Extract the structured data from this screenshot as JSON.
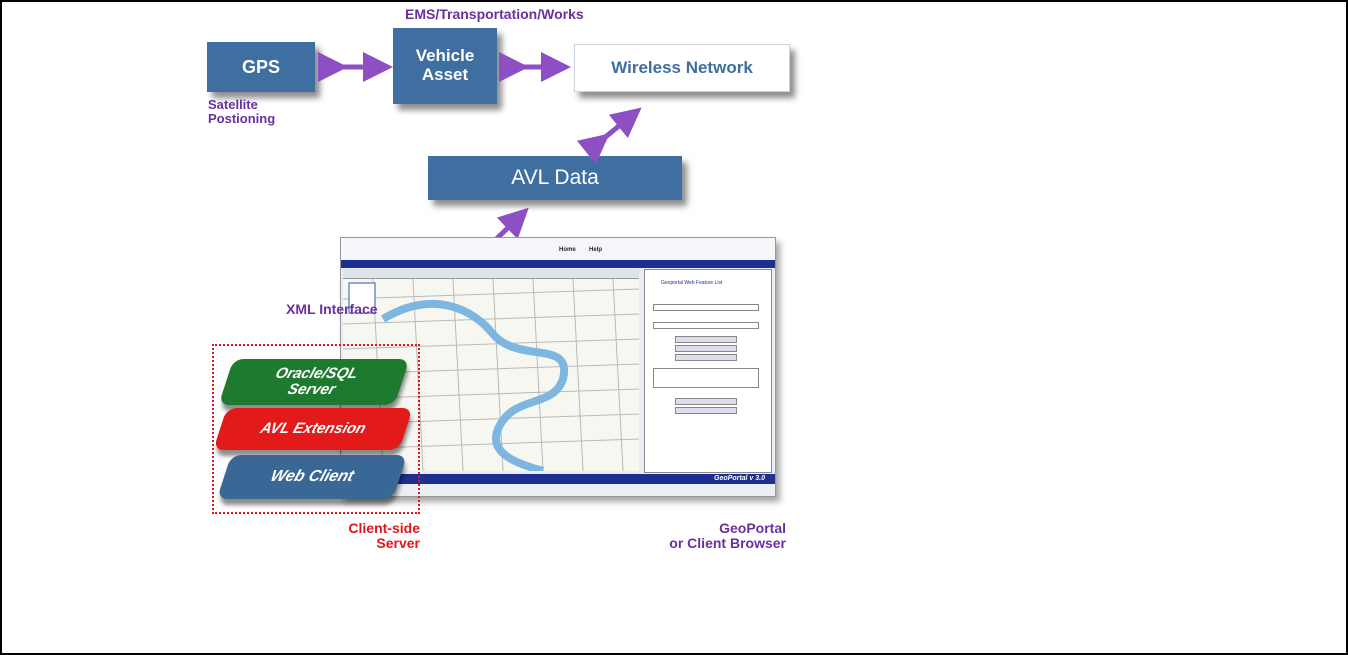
{
  "title": "EMS/Transportation/Works",
  "nodes": {
    "gps": "GPS",
    "vehicle_asset_line1": "Vehicle",
    "vehicle_asset_line2": "Asset",
    "wireless_network": "Wireless Network",
    "avl_data": "AVL Data"
  },
  "labels": {
    "satellite_line1": "Satellite",
    "satellite_line2": "Postioning",
    "xml_interface": "XML Interface",
    "client_side_line1": "Client-side",
    "client_side_line2": "Server",
    "geoportal_line1": "GeoPortal",
    "geoportal_line2": "or Client Browser"
  },
  "stack": {
    "oracle_line1": "Oracle/SQL",
    "oracle_line2": "Server",
    "avl_extension": "AVL Extension",
    "web_client": "Web Client"
  },
  "screenshot": {
    "top_links": [
      "Home",
      "Help"
    ],
    "footer_title": "GeoPortal v 3.0",
    "panel_title": "Geoportal Web Feature List"
  },
  "colors": {
    "box_blue": "#3f6fa0",
    "arrow_purple": "#8e4fc4",
    "label_purple": "#6a2fa0",
    "label_red": "#e0141c",
    "oracle_green": "#1e7a2e",
    "avl_red": "#e21a1a",
    "webclient_blue": "#3a6896"
  }
}
